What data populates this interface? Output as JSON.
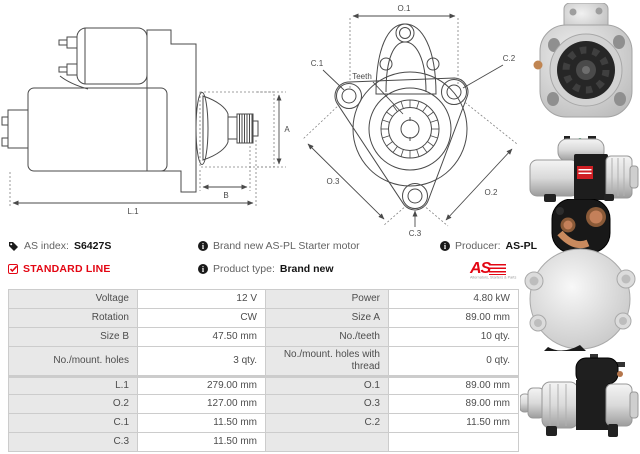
{
  "header": {
    "as_index_label": "AS index:",
    "as_index_value": "S6427S",
    "standard_line": "STANDARD LINE",
    "description": "Brand new AS-PL Starter motor",
    "product_type_label": "Product type:",
    "product_type_value": "Brand new",
    "producer_label": "Producer:",
    "producer_value": "AS-PL",
    "logo_text": "AS",
    "logo_tagline": "Alternators, Starters & Parts"
  },
  "drawings": {
    "side_view": {
      "dim_a": "A",
      "dim_b": "B",
      "dim_l1": "L.1"
    },
    "front_view": {
      "dim_o1": "O.1",
      "dim_c1": "C.1",
      "dim_c2": "C.2",
      "teeth_label": "Teeth",
      "dim_o3": "O.3",
      "dim_o2": "O.2",
      "dim_c3": "C.3"
    }
  },
  "spec_table": {
    "rows": [
      {
        "l1": "Voltage",
        "v1": "12 V",
        "l2": "Power",
        "v2": "4.80 kW"
      },
      {
        "l1": "Rotation",
        "v1": "CW",
        "l2": "Size A",
        "v2": "89.00 mm"
      },
      {
        "l1": "Size B",
        "v1": "47.50 mm",
        "l2": "No./teeth",
        "v2": "10 qty."
      },
      {
        "l1": "No./mount. holes",
        "v1": "3 qty.",
        "l2": "No./mount. holes with thread",
        "v2": "0 qty."
      },
      {
        "l1": "L.1",
        "v1": "279.00 mm",
        "l2": "O.1",
        "v2": "89.00 mm"
      },
      {
        "l1": "O.2",
        "v1": "127.00 mm",
        "l2": "O.3",
        "v2": "89.00 mm"
      },
      {
        "l1": "C.1",
        "v1": "11.50 mm",
        "l2": "C.2",
        "v2": "11.50 mm"
      },
      {
        "l1": "C.3",
        "v1": "11.50 mm",
        "l2": "",
        "v2": ""
      }
    ]
  },
  "colors": {
    "accent_red": "#e30613",
    "label_bg": "#e8e8e8",
    "table_border": "#cccccc",
    "text": "#4d4d4d"
  }
}
